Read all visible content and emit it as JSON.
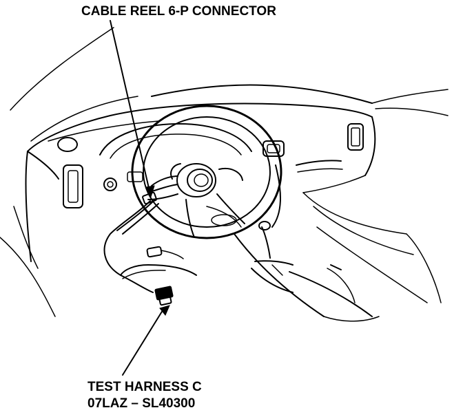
{
  "labels": {
    "cable_reel_connector": "CABLE REEL 6-P CONNECTOR",
    "test_harness_name": "TEST HARNESS C",
    "test_harness_part": "07LAZ – SL40300"
  },
  "colors": {
    "line": "#000000",
    "background": "#ffffff"
  }
}
